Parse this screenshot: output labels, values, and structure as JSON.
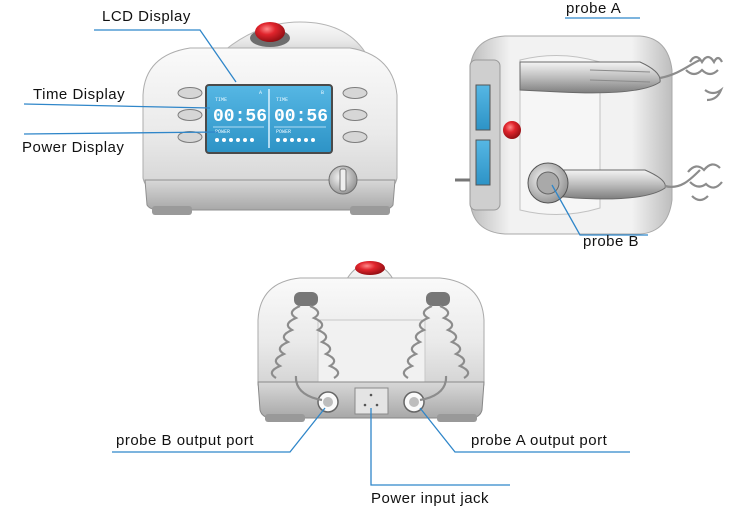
{
  "labels": {
    "lcd_display": "LCD Display",
    "time_display": "Time Display",
    "power_display": "Power Display",
    "probe_a": "probe A",
    "probe_b": "probe B",
    "probe_b_output_port": "probe B output  port",
    "probe_a_output_port": "probe A output  port",
    "power_input_jack": "Power input jack"
  },
  "screen": {
    "time_label": "TIME",
    "time_value": "00:56",
    "power_label": "POWER",
    "channel_a": "A",
    "channel_b": "B"
  },
  "colors": {
    "leader_line": "#2f86c9",
    "lcd_background": "#3aa6d8",
    "emergency_button": "#d91c24",
    "body": "#eeeeee",
    "base": "#c9c9c9"
  }
}
